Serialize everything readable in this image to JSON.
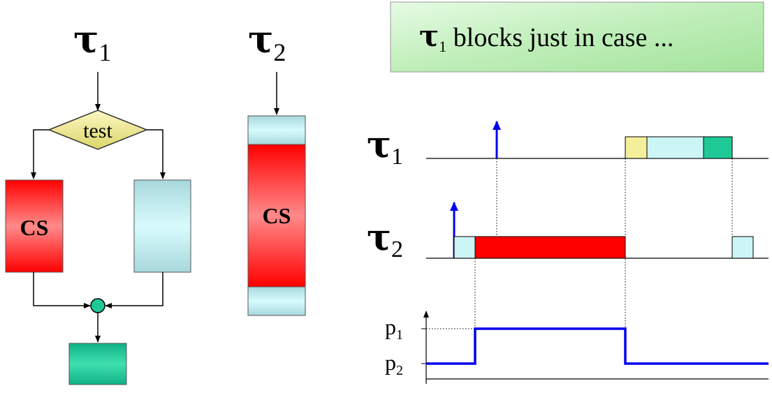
{
  "flowchart": {
    "task1_symbol": "τ",
    "task1_index": "1",
    "test_label": "test",
    "cs_label": "CS"
  },
  "task2_block": {
    "task_symbol": "τ",
    "task_index": "2",
    "cs_label": "CS"
  },
  "banner": {
    "task_symbol": "τ",
    "task_index": "1",
    "text": "blocks just in case ..."
  },
  "timeline": {
    "row1": {
      "symbol": "τ",
      "index": "1"
    },
    "row2": {
      "symbol": "τ",
      "index": "2"
    },
    "priority_axis": {
      "high": {
        "symbol": "p",
        "index": "1"
      },
      "low": {
        "symbol": "p",
        "index": "2"
      }
    }
  },
  "colors": {
    "cs_red": "#ff0000",
    "non_cs_cyan": "#ccf5f6",
    "test_yellow": "#f4ef9a",
    "final_green": "#1fc996",
    "banner_green": "#c8f4c4",
    "priority_line_blue": "#0000ee",
    "arrival_arrow_blue": "#0000ee"
  }
}
